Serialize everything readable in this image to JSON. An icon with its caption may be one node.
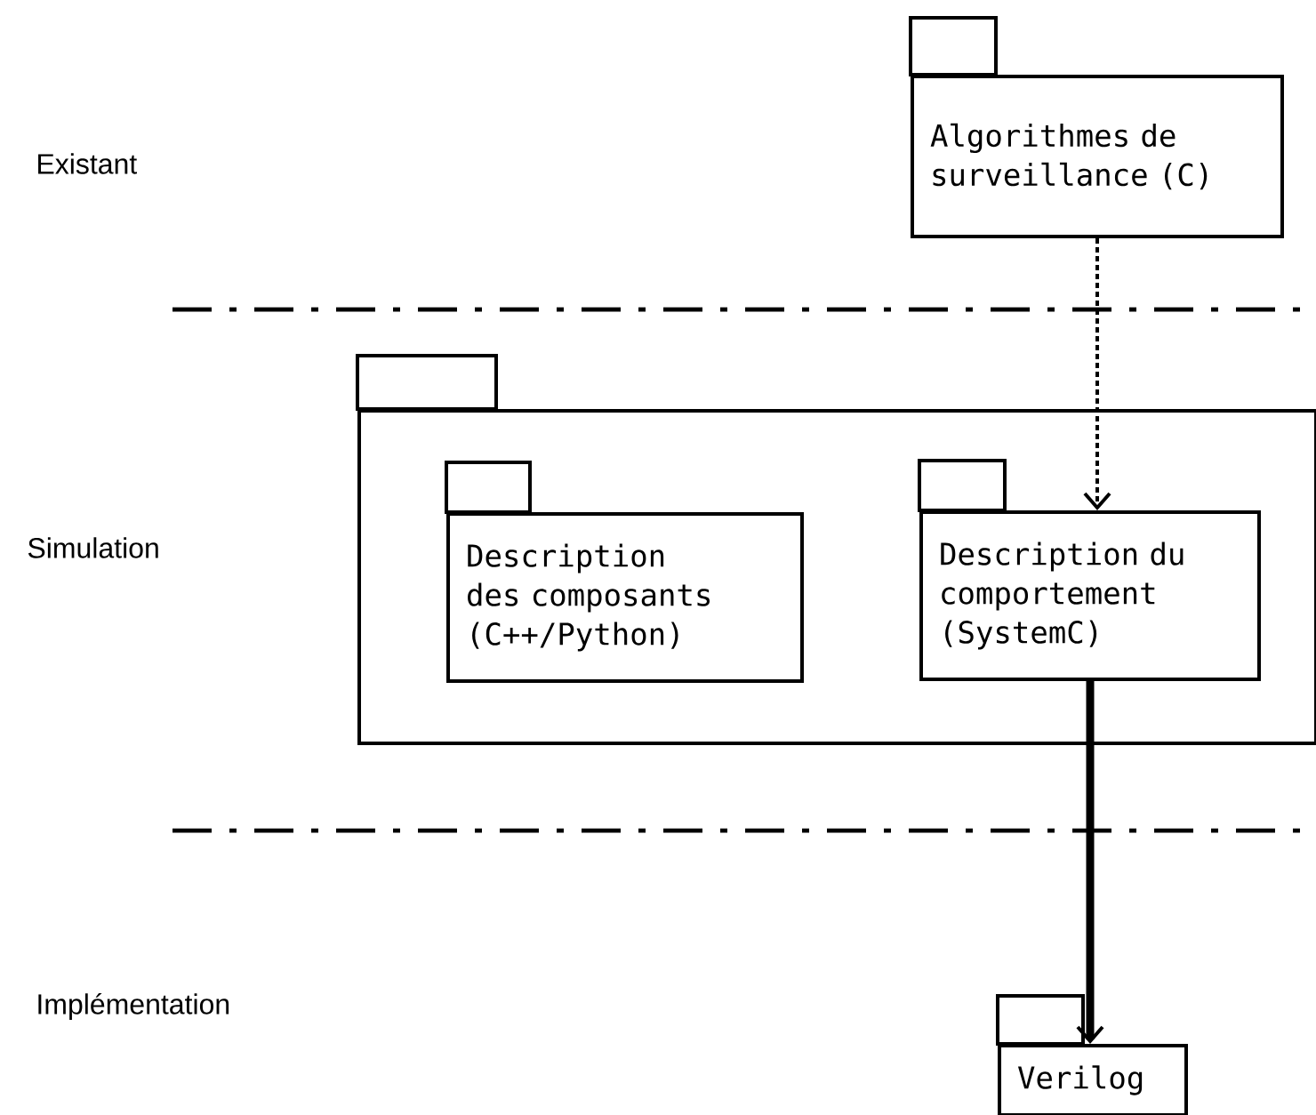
{
  "diagram": {
    "nodes": [
      {
        "text": [],
        "shape": "box"
      },
      {
        "text": [
          "Algorithmes de surveillance (C)"
        ]
      },
      {
        "text": [
          "Description des composants (C++/Python)"
        ],
        "in": 0
      },
      {
        "text": [
          "Description du comportement (SystemC)"
        ],
        "in": 0
      },
      {
        "text": [
          "Verilog"
        ]
      }
    ],
    "edges": [
      {
        "from": 1,
        "to": 3,
        "arrow": "to",
        "style": "dashed"
      },
      {
        "from": 3,
        "to": 4,
        "arrow": "to",
        "style": "thick"
      }
    ],
    "labels": [
      "Existant",
      "Simulation",
      "Implémentation"
    ]
  }
}
